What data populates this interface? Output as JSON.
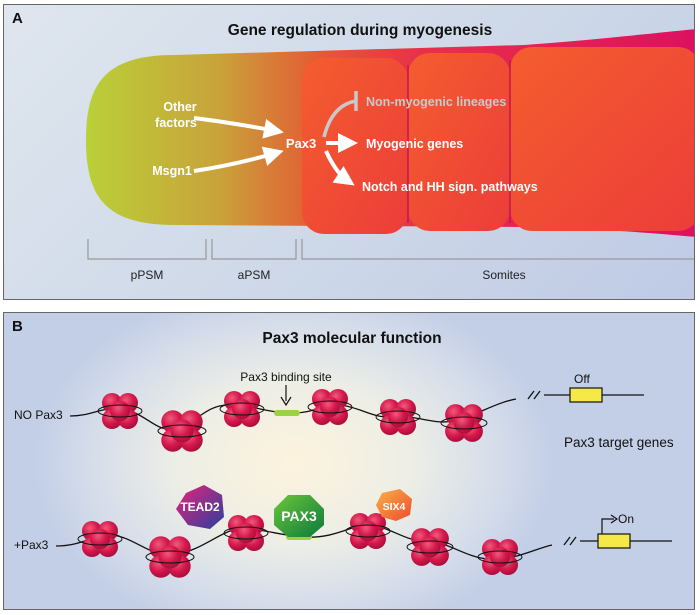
{
  "panel_a": {
    "letter": "A",
    "title": "Gene regulation during myogenesis",
    "inputs": [
      "Other factors",
      "Msgn1"
    ],
    "hub": "Pax3",
    "outputs": [
      "Non-myogenic lineages",
      "Myogenic genes",
      "Notch and HH sign. pathways"
    ],
    "regions": [
      "pPSM",
      "aPSM",
      "Somites"
    ]
  },
  "panel_b": {
    "letter": "B",
    "title": "Pax3 molecular function",
    "binding_site_label": "Pax3 binding site",
    "row1_label": "NO Pax3",
    "row1_state": "Off",
    "target_genes_label": "Pax3 target genes",
    "row2_label": "+Pax3",
    "row2_state": "On",
    "factors": [
      "TEAD2",
      "PAX3",
      "SIX4"
    ]
  },
  "colors": {
    "tissue_start": "#b8d03a",
    "tissue_mid": "#e9542f",
    "tissue_end": "#e3105f",
    "somite": "#f2572f",
    "nucleosome": "#d0164a",
    "gene_box": "#f5e94a",
    "binding_site": "#9bd23e"
  }
}
